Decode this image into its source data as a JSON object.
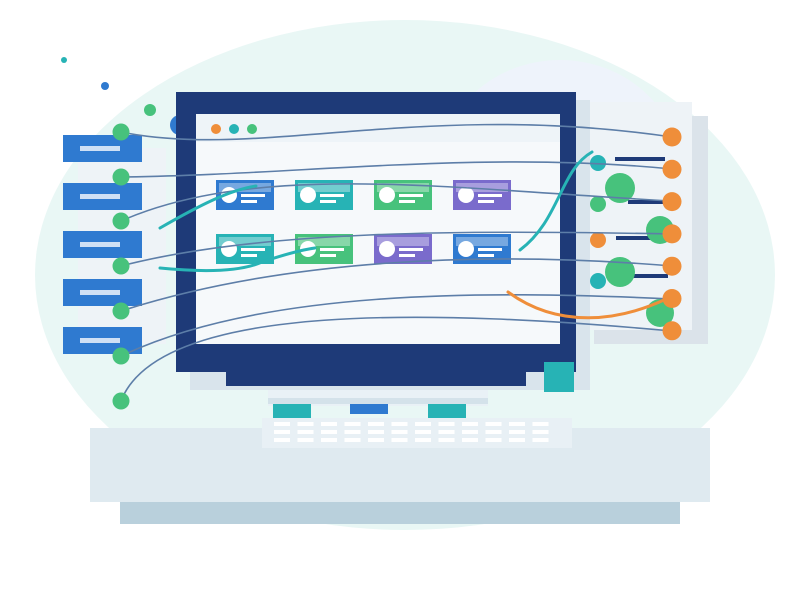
{
  "palette": {
    "navy": "#1e3a78",
    "blue": "#2f7ad0",
    "teal": "#27b3b5",
    "green": "#47c27c",
    "purple": "#7a6bcc",
    "orange": "#ef8e3a",
    "wire": "#5d7ea8",
    "background_blob": "#e6f6f4",
    "screen": "#f6f9fb",
    "desk": "#dfeaf0"
  },
  "icons": {
    "window_dots": [
      "orange-dot-icon",
      "teal-dot-icon",
      "green-dot-icon"
    ],
    "left_nodes": "server-block-icon",
    "screen_cards": "profile-card-icon",
    "right_nodes": "connector-dot-icon"
  },
  "screen_cards": {
    "row_1": [
      "blue",
      "teal",
      "green",
      "purple"
    ],
    "row_2": [
      "teal",
      "green",
      "purple",
      "blue"
    ]
  },
  "left_blocks_count": 5,
  "right_connector_count": 7
}
